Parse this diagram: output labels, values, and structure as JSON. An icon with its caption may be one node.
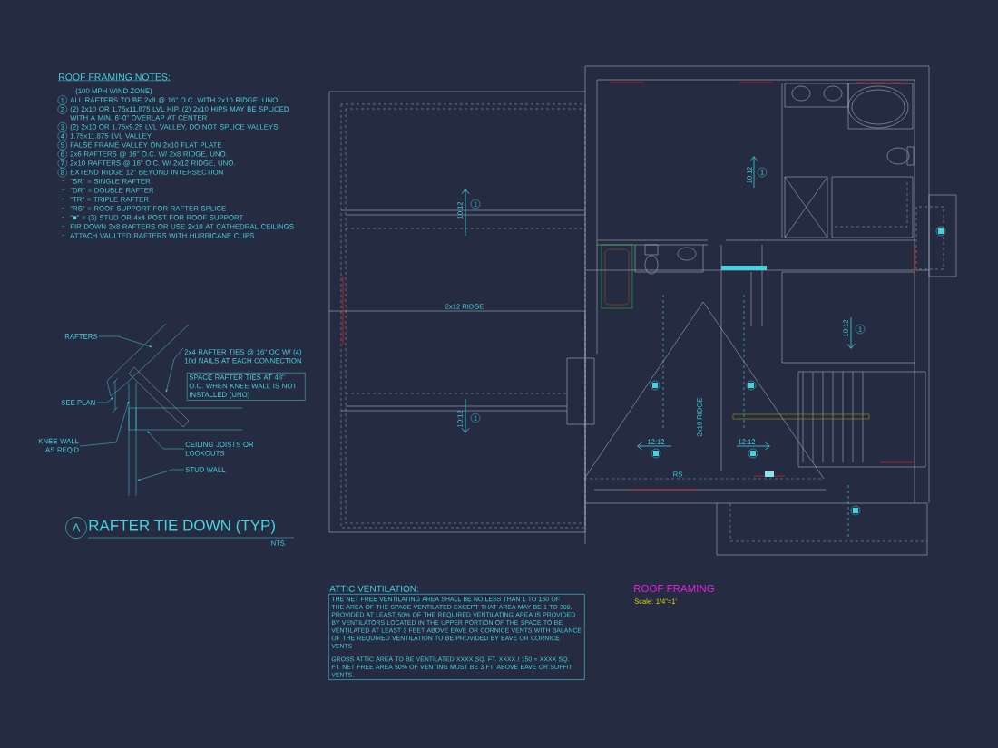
{
  "diagram": {
    "title": "ROOF FRAMING",
    "nodes": [
      {
        "text": [
          "RAFTERS"
        ]
      },
      {
        "text": [
          "2x4 RAFTER TIES @ 16\" OC W/ (4) 10d NAILS AT EACH CONNECTION"
        ]
      },
      {
        "text": [
          "SPACE RAFTER TIES AT 48\" O.C. WHEN KNEE WALL IS NOT INSTALLED (UNO)"
        ]
      },
      {
        "text": [
          "SEE PLAN"
        ]
      },
      {
        "text": [
          "KNEE WALL AS REQ'D"
        ]
      },
      {
        "text": [
          "CEILING JOISTS OR LOOKOUTS"
        ]
      },
      {
        "text": [
          "STUD WALL"
        ]
      },
      {
        "text": [
          "ATTIC VENTILATION:",
          "THE NET FREE VENTILATING AREA SHALL BE NO LESS THAN 1 TO 150 OF THE AREA OF THE SPACE VENTILATED EXCEPT THAT AREA MAY BE 1 TO 300, PROVIDED AT LEAST 50% OF THE REQUIRED VENTILATING AREA IS PROVIDED BY VENTILATORS LOCATED IN THE UPPER PORTION OF THE SPACE TO BE VENTILATED AT LEAST 3 FEET ABOVE EAVE OR CORNICE VENTS WITH BALANCE OF THE REQUIRED VENTILATION TO BE PROVIDED BY EAVE OR CORNICE VENTS",
          "GROSS ATTIC AREA TO BE VENTILATED XXXX SQ. FT. XXXX / 150 = XXXX SQ. FT. NET FREE AREA 50% OF VENTING MUST BE 3 FT. ABOVE EAVE OR SOFFIT VENTS."
        ]
      }
    ],
    "edges": [
      {
        "from": 0,
        "to": null,
        "arrow": "to"
      },
      {
        "from": 1,
        "to": null,
        "arrow": "to"
      },
      {
        "from": 3,
        "to": null,
        "arrow": "to"
      },
      {
        "from": 4,
        "to": null,
        "arrow": "to"
      },
      {
        "from": 5,
        "to": null,
        "arrow": "to"
      },
      {
        "from": 6,
        "to": null,
        "arrow": "to"
      }
    ],
    "labels": [
      "ROOF FRAMING NOTES:",
      "(100 MPH WIND ZONE)",
      "1",
      "ALL RAFTERS TO BE 2x8 @ 16\" O.C. WITH 2x10 RIDGE, UNO.",
      "2",
      "(2) 2x10 OR 1.75x11.875 LVL HIP. (2) 2x10 HIPS MAY BE SPLICED WITH A MIN. 6'-0\" OVERLAP AT CENTER",
      "3",
      "(2) 2x10 OR 1.75x9.25 LVL VALLEY, DO NOT SPLICE VALLEYS",
      "4",
      "1.75x11.875 LVL VALLEY",
      "5",
      "FALSE FRAME VALLEY ON 2x10 FLAT PLATE",
      "6",
      "2x6 RAFTERS @ 16\" O.C. W/ 2x8 RIDGE, UNO.",
      "7",
      "2x10 RAFTERS @ 16\" O.C. W/ 2x12 RIDGE, UNO.",
      "8",
      "EXTEND RIDGE 12\" BEYOND INTERSECTION",
      "-",
      "\"SR\" = SINGLE RAFTER",
      "-",
      "\"DR\" = DOUBLE RAFTER",
      "-",
      "\"TR\" = TRIPLE RAFTER",
      "-",
      "\"RS\" = ROOF SUPPORT FOR RAFTER SPLICE",
      "-",
      "\"■\" = (3) STUD OR 4x4 POST FOR ROOF SUPPORT",
      "-",
      "FIR DOWN 2x8 RAFTERS OR USE 2x10 AT CATHEDRAL CEILINGS",
      "-",
      "ATTACH VAULTED RAFTERS WITH HURRICANE CLIPS",
      "A",
      "RAFTER TIE DOWN (TYP)",
      "NTS.",
      "10:12",
      "1",
      "2x12 RIDGE",
      "10:12",
      "1",
      "10:12",
      "1",
      "10:12",
      "1",
      "2x10 RIDGE",
      "12:12",
      "12:12",
      "RS",
      "Scale: 1/4\"=1'"
    ]
  }
}
